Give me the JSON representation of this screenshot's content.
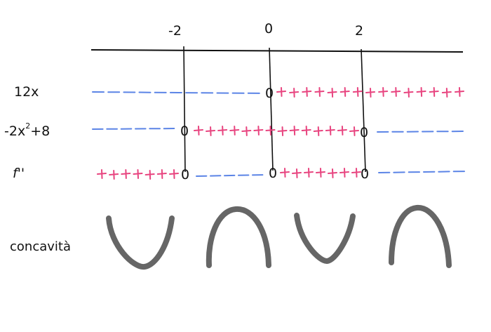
{
  "axis": {
    "ticks": [
      "-2",
      "0",
      "2"
    ]
  },
  "rows": [
    {
      "label": "12x"
    },
    {
      "label": "-2x",
      "label_exponent": "2",
      "label_tail": "+8"
    },
    {
      "label": "f''"
    }
  ],
  "zero_symbol": "0",
  "concavity": {
    "label": "concavità",
    "shapes": [
      "cup-up-icon",
      "cap-down-icon",
      "cup-up-icon",
      "cap-down-icon"
    ]
  },
  "colors": {
    "positive": "#e8447f",
    "negative": "#5b84e6",
    "ink": "#111111",
    "concavity": "#666666"
  }
}
